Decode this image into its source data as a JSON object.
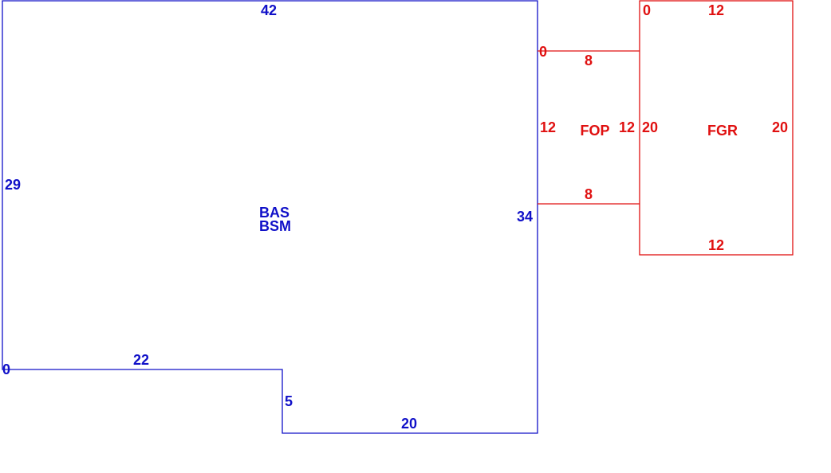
{
  "colors": {
    "main_structure": "#1010c8",
    "additions": "#e01010",
    "background": "#ffffff"
  },
  "main_area": {
    "codes": [
      "BAS",
      "BSM"
    ],
    "dimensions": {
      "top": "42",
      "left": "29",
      "right": "34",
      "bottom_left": "22",
      "notch": "5",
      "bottom_right": "20",
      "origin": "0"
    }
  },
  "porch": {
    "code": "FOP",
    "dimensions": {
      "top": "8",
      "bottom": "8",
      "left": "12",
      "right": "12",
      "origin": "0"
    }
  },
  "garage": {
    "code": "FGR",
    "dimensions": {
      "top": "12",
      "bottom": "12",
      "left": "20",
      "right": "20",
      "origin": "0"
    }
  }
}
